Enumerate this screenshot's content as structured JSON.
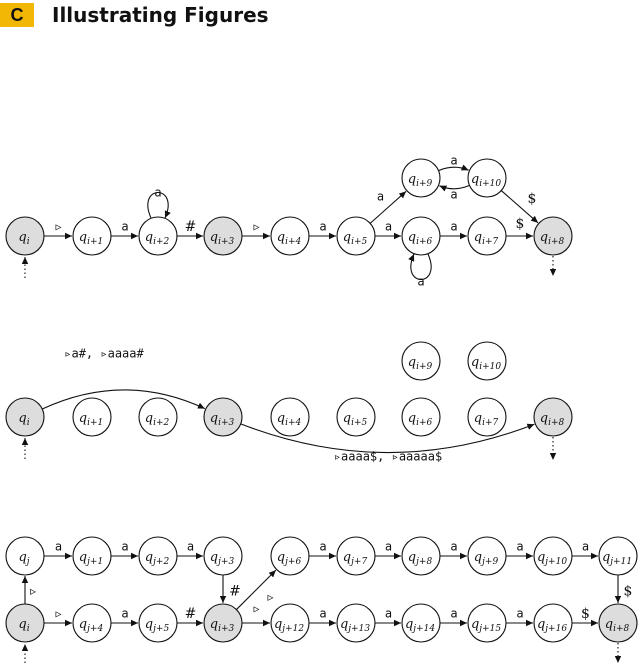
{
  "header": {
    "badge": "C",
    "title": "Illustrating Figures",
    "badge_color": "#f2b705"
  },
  "colors": {
    "state_fill": "#ffffff",
    "highlight_fill": "#dddddd",
    "stroke": "#111111"
  },
  "diagrams": [
    {
      "id": "top",
      "states": [
        {
          "id": "qi",
          "base": "q",
          "sub": "i",
          "hl": true
        },
        {
          "id": "qi1",
          "base": "q",
          "sub": "i+1"
        },
        {
          "id": "qi2",
          "base": "q",
          "sub": "i+2"
        },
        {
          "id": "qi3",
          "base": "q",
          "sub": "i+3",
          "hl": true
        },
        {
          "id": "qi4",
          "base": "q",
          "sub": "i+4"
        },
        {
          "id": "qi5",
          "base": "q",
          "sub": "i+5"
        },
        {
          "id": "qi6",
          "base": "q",
          "sub": "i+6"
        },
        {
          "id": "qi7",
          "base": "q",
          "sub": "i+7"
        },
        {
          "id": "qi8",
          "base": "q",
          "sub": "i+8",
          "hl": true
        },
        {
          "id": "qi9",
          "base": "q",
          "sub": "i+9"
        },
        {
          "id": "qi10",
          "base": "q",
          "sub": "i+10"
        }
      ],
      "transitions": [
        {
          "from": "qi",
          "to": "qi1",
          "label": "▹"
        },
        {
          "from": "qi1",
          "to": "qi2",
          "label": "a"
        },
        {
          "from": "qi2",
          "to": "qi3",
          "label": "#"
        },
        {
          "from": "qi3",
          "to": "qi4",
          "label": "▹"
        },
        {
          "from": "qi4",
          "to": "qi5",
          "label": "a"
        },
        {
          "from": "qi5",
          "to": "qi6",
          "label": "a"
        },
        {
          "from": "qi5",
          "to": "qi9",
          "label": "a"
        },
        {
          "from": "qi6",
          "to": "qi7",
          "label": "a"
        },
        {
          "from": "qi7",
          "to": "qi8",
          "label": "$"
        },
        {
          "from": "qi9",
          "to": "qi10",
          "label": "a"
        },
        {
          "from": "qi10",
          "to": "qi9",
          "label": "a"
        },
        {
          "from": "qi10",
          "to": "qi8",
          "label": "$"
        },
        {
          "from": "qi2",
          "to": "qi2",
          "label": "a"
        },
        {
          "from": "qi6",
          "to": "qi6",
          "label": "a"
        }
      ]
    },
    {
      "id": "middle",
      "states": [
        {
          "id": "qi",
          "base": "q",
          "sub": "i",
          "hl": true
        },
        {
          "id": "qi1",
          "base": "q",
          "sub": "i+1"
        },
        {
          "id": "qi2",
          "base": "q",
          "sub": "i+2"
        },
        {
          "id": "qi3",
          "base": "q",
          "sub": "i+3",
          "hl": true
        },
        {
          "id": "qi4",
          "base": "q",
          "sub": "i+4"
        },
        {
          "id": "qi5",
          "base": "q",
          "sub": "i+5"
        },
        {
          "id": "qi6",
          "base": "q",
          "sub": "i+6"
        },
        {
          "id": "qi7",
          "base": "q",
          "sub": "i+7"
        },
        {
          "id": "qi8",
          "base": "q",
          "sub": "i+8",
          "hl": true
        },
        {
          "id": "qi9",
          "base": "q",
          "sub": "i+9"
        },
        {
          "id": "qi10",
          "base": "q",
          "sub": "i+10"
        }
      ],
      "transitions": [
        {
          "from": "qi",
          "to": "qi3",
          "label": "▹a#, ▹aaaa#"
        },
        {
          "from": "qi3",
          "to": "qi8",
          "label": "▹aaaa$, ▹aaaaa$"
        }
      ]
    },
    {
      "id": "bottom",
      "states": [
        {
          "id": "qj",
          "base": "q",
          "sub": "j"
        },
        {
          "id": "qj1",
          "base": "q",
          "sub": "j+1"
        },
        {
          "id": "qj2",
          "base": "q",
          "sub": "j+2"
        },
        {
          "id": "qj3",
          "base": "q",
          "sub": "j+3"
        },
        {
          "id": "qj6",
          "base": "q",
          "sub": "j+6"
        },
        {
          "id": "qj7",
          "base": "q",
          "sub": "j+7"
        },
        {
          "id": "qj8",
          "base": "q",
          "sub": "j+8"
        },
        {
          "id": "qj9",
          "base": "q",
          "sub": "j+9"
        },
        {
          "id": "qj10",
          "base": "q",
          "sub": "j+10"
        },
        {
          "id": "qj11",
          "base": "q",
          "sub": "j+11"
        },
        {
          "id": "qi",
          "base": "q",
          "sub": "i",
          "hl": true
        },
        {
          "id": "qj4",
          "base": "q",
          "sub": "j+4"
        },
        {
          "id": "qj5",
          "base": "q",
          "sub": "j+5"
        },
        {
          "id": "qi3",
          "base": "q",
          "sub": "i+3",
          "hl": true
        },
        {
          "id": "qj12",
          "base": "q",
          "sub": "j+12"
        },
        {
          "id": "qj13",
          "base": "q",
          "sub": "j+13"
        },
        {
          "id": "qj14",
          "base": "q",
          "sub": "j+14"
        },
        {
          "id": "qj15",
          "base": "q",
          "sub": "j+15"
        },
        {
          "id": "qj16",
          "base": "q",
          "sub": "j+16"
        },
        {
          "id": "qi8",
          "base": "q",
          "sub": "i+8",
          "hl": true
        }
      ],
      "transitions": [
        {
          "from": "qj",
          "to": "qj1",
          "label": "a"
        },
        {
          "from": "qj1",
          "to": "qj2",
          "label": "a"
        },
        {
          "from": "qj2",
          "to": "qj3",
          "label": "a"
        },
        {
          "from": "qj3",
          "to": "qi3",
          "label": "#"
        },
        {
          "from": "qi3",
          "to": "qj6",
          "label": "▹"
        },
        {
          "from": "qj6",
          "to": "qj7",
          "label": "a"
        },
        {
          "from": "qj7",
          "to": "qj8",
          "label": "a"
        },
        {
          "from": "qj8",
          "to": "qj9",
          "label": "a"
        },
        {
          "from": "qj9",
          "to": "qj10",
          "label": "a"
        },
        {
          "from": "qj10",
          "to": "qj11",
          "label": "a"
        },
        {
          "from": "qj11",
          "to": "qi8",
          "label": "$"
        },
        {
          "from": "qi",
          "to": "qj",
          "label": "▹"
        },
        {
          "from": "qi",
          "to": "qj4",
          "label": "▹"
        },
        {
          "from": "qj4",
          "to": "qj5",
          "label": "a"
        },
        {
          "from": "qj5",
          "to": "qi3",
          "label": "#"
        },
        {
          "from": "qi3",
          "to": "qj12",
          "label": "▹"
        },
        {
          "from": "qj12",
          "to": "qj13",
          "label": "a"
        },
        {
          "from": "qj13",
          "to": "qj14",
          "label": "a"
        },
        {
          "from": "qj14",
          "to": "qj15",
          "label": "a"
        },
        {
          "from": "qj15",
          "to": "qj16",
          "label": "a"
        },
        {
          "from": "qj16",
          "to": "qi8",
          "label": "$"
        }
      ]
    }
  ]
}
